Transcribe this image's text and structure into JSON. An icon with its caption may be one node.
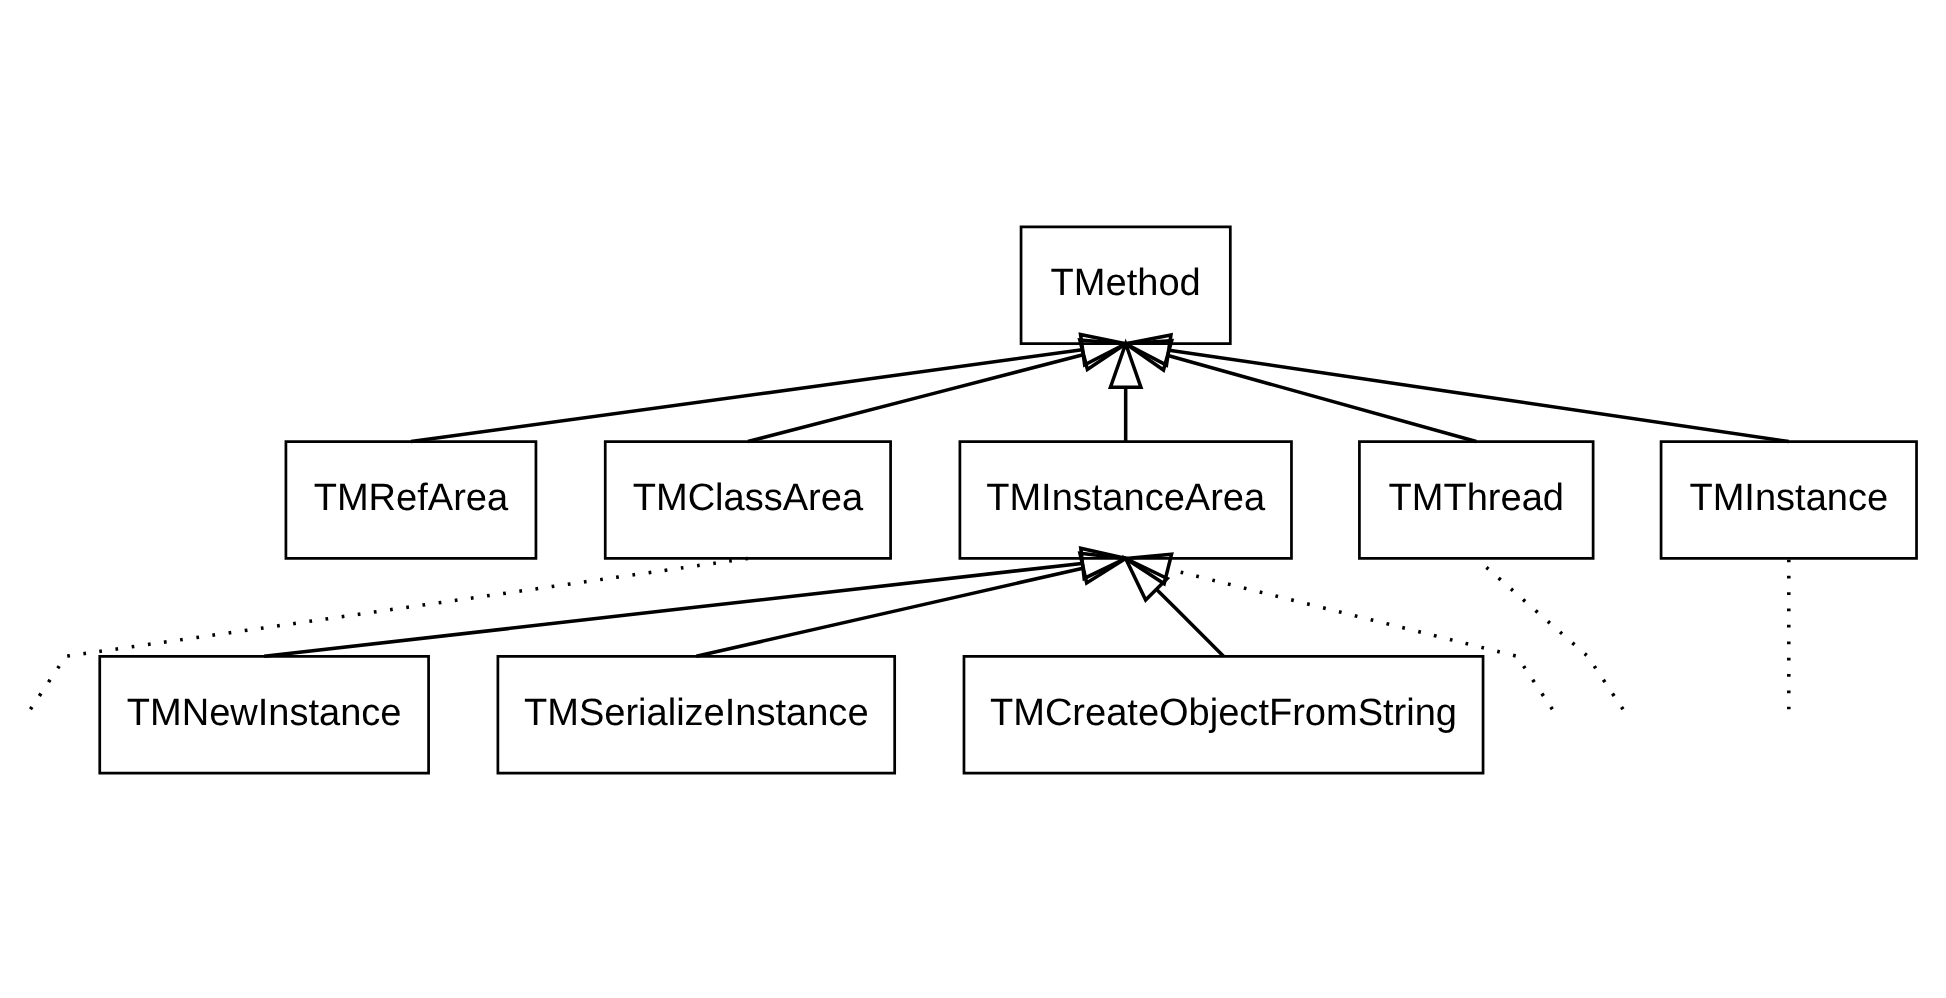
{
  "diagram": {
    "nodes": [
      {
        "text": [
          "TMethod"
        ]
      },
      {
        "text": [
          "TMRefArea"
        ]
      },
      {
        "text": [
          "TMClassArea"
        ]
      },
      {
        "text": [
          "TMInstanceArea"
        ]
      },
      {
        "text": [
          "TMThread"
        ]
      },
      {
        "text": [
          "TMInstance"
        ]
      },
      {
        "text": [
          "TMNewInstance"
        ]
      },
      {
        "text": [
          "TMSerializeInstance"
        ]
      },
      {
        "text": [
          "TMCreateObjectFromString"
        ]
      }
    ],
    "edges": [
      {
        "from": 1,
        "to": 0,
        "arrow": "to"
      },
      {
        "from": 2,
        "to": 0,
        "arrow": "to"
      },
      {
        "from": 3,
        "to": 0,
        "arrow": "to"
      },
      {
        "from": 4,
        "to": 0,
        "arrow": "to"
      },
      {
        "from": 5,
        "to": 0,
        "arrow": "to"
      },
      {
        "from": null,
        "to": 2,
        "arrow": "none",
        "style": "dashed"
      },
      {
        "from": null,
        "to": 4,
        "arrow": "none",
        "style": "dashed"
      },
      {
        "from": null,
        "to": 5,
        "arrow": "none",
        "style": "dashed"
      },
      {
        "from": null,
        "to": 3,
        "arrow": "to",
        "style": "dashed"
      },
      {
        "from": 6,
        "to": 3,
        "arrow": "to"
      },
      {
        "from": 7,
        "to": 3,
        "arrow": "to"
      },
      {
        "from": 8,
        "to": 3,
        "arrow": "to"
      }
    ]
  }
}
